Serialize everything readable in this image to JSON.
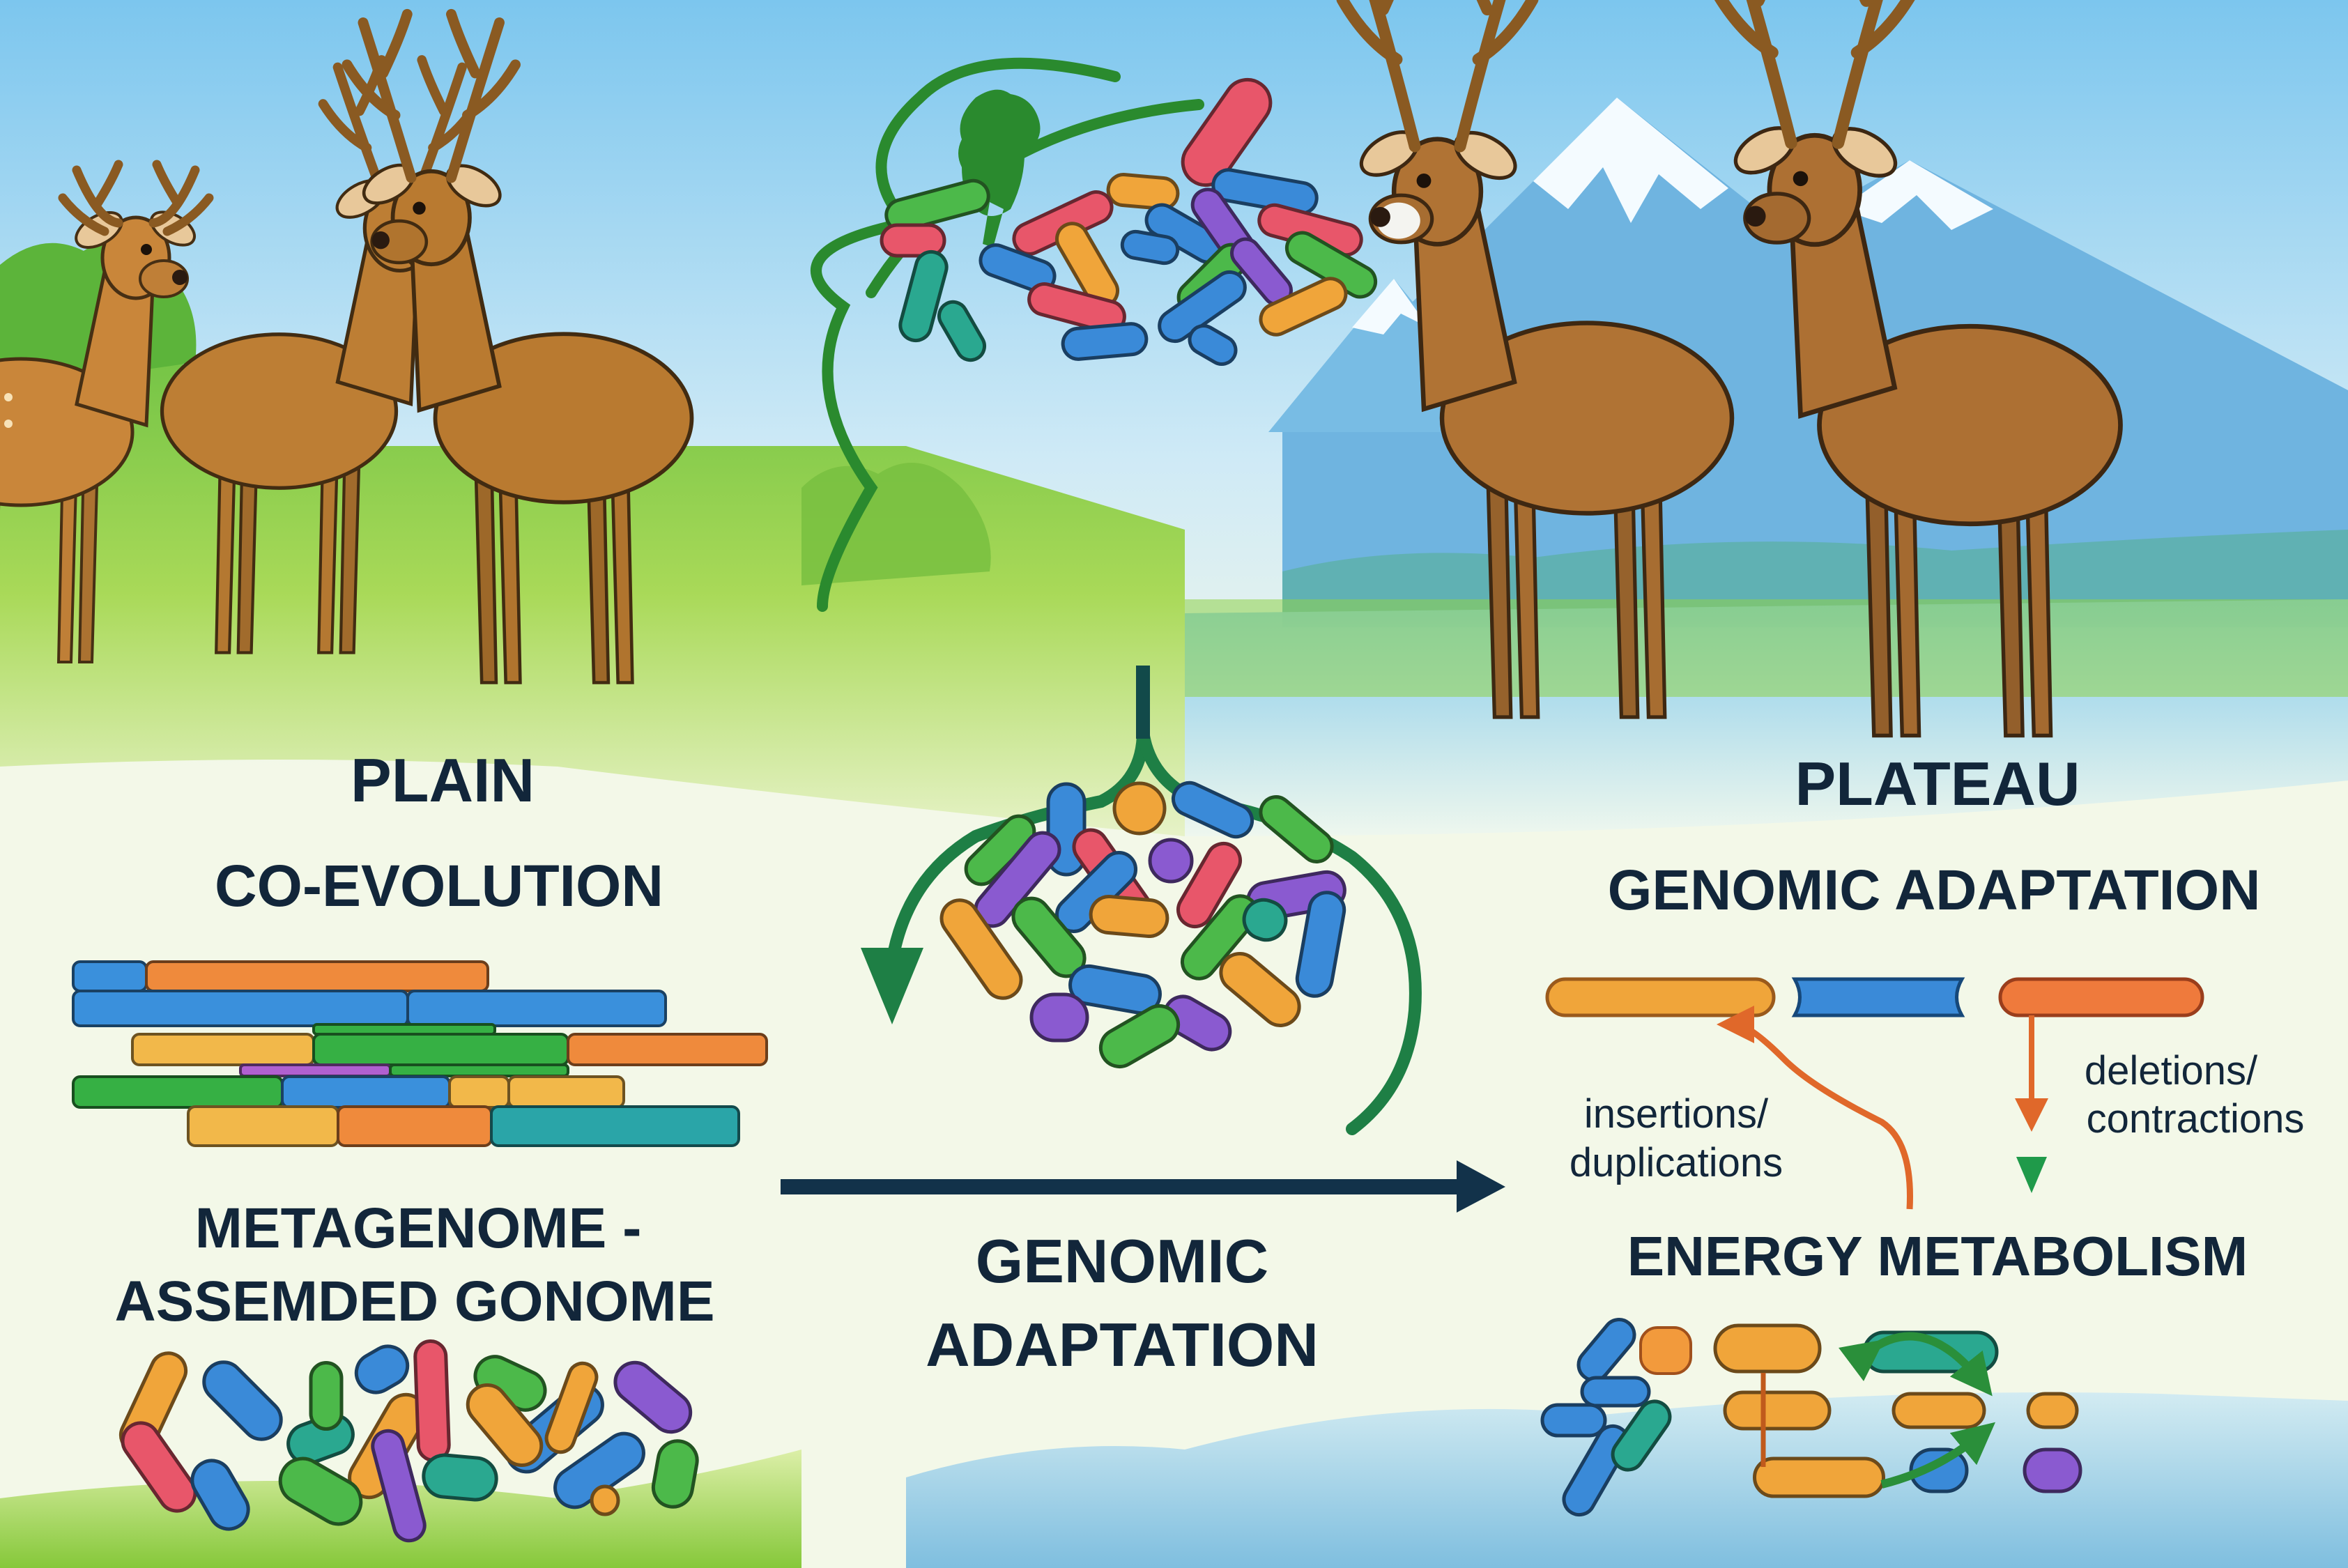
{
  "left_panel": {
    "habitat_label": "PLAIN",
    "process_label": "CO-EVOLUTION",
    "mag_label_line1": "METAGENOME -",
    "mag_label_line2": "ASSEMDED GONOME"
  },
  "right_panel": {
    "habitat_label": "PLATEAU",
    "process_label": "GENOMIC ADAPTATION",
    "insertions_line1": "insertions/",
    "insertions_line2": "duplications",
    "deletions_line1": "deletions/",
    "deletions_line2": "contractions",
    "pathway_label": "ENERGY METABOLISM"
  },
  "center": {
    "transition_label_line1": "GENOMIC",
    "transition_label_line2": "ADAPTATION"
  },
  "colors": {
    "text": "#12263a",
    "arrow_dark": "#12324a",
    "cycle_green": "#1e7f45",
    "host_green": "#2a8a2e",
    "mutation_orange": "#e0682a",
    "deletion_green": "#1f9a4a",
    "deer_brown": "#b97a2e",
    "antler": "#8a5a22",
    "sky": "#8fd0f0",
    "grass": "#86c83a",
    "mountain": "#5aa6d6",
    "microbe_blue": "#3a8ad8",
    "microbe_orange": "#f0a53a",
    "microbe_red": "#e8566a",
    "microbe_green": "#4cb94a",
    "microbe_purple": "#8a5ad0",
    "microbe_teal": "#2aa890",
    "gene_orange": "#ef8a3c",
    "gene_yellow": "#f2b84a",
    "gene_blue": "#3a90dc",
    "gene_green": "#36b044",
    "gene_purple": "#b060d0",
    "gene_teal": "#2aa5a8"
  },
  "scene": {
    "plain_deer_count": 3,
    "plateau_deer_count": 2
  }
}
